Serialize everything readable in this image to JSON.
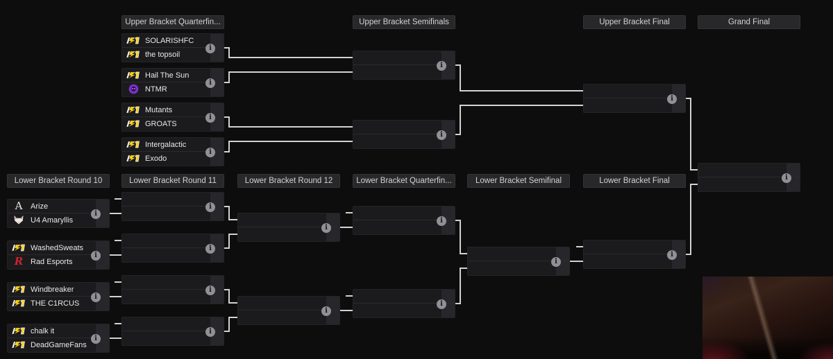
{
  "page": {
    "background": "#0d0d0d"
  },
  "colors": {
    "line": "#d2d2d2",
    "match_box": "#1b1b1d",
    "score_column": "#27272b",
    "header_bg": "#28282a",
    "team_logo_yellow": "#fcd116",
    "ntmr_purple": "#7c2fd0",
    "rad_red": "#cf2330"
  },
  "info_badge_glyph": "i",
  "headers": [
    {
      "id": "ub-qf",
      "label": "Upper Bracket Quarterfin..."
    },
    {
      "id": "ub-sf",
      "label": "Upper Bracket Semifinals"
    },
    {
      "id": "ub-f",
      "label": "Upper Bracket Final"
    },
    {
      "id": "gf",
      "label": "Grand Final"
    },
    {
      "id": "lb-r10",
      "label": "Lower Bracket Round 10"
    },
    {
      "id": "lb-r11",
      "label": "Lower Bracket Round 11"
    },
    {
      "id": "lb-r12",
      "label": "Lower Bracket Round 12"
    },
    {
      "id": "lb-qf",
      "label": "Lower Bracket Quarterfin..."
    },
    {
      "id": "lb-sf",
      "label": "Lower Bracket Semifinal"
    },
    {
      "id": "lb-f",
      "label": "Lower Bracket Final"
    }
  ],
  "rounds": {
    "ub_qf": [
      [
        {
          "name": "SOLARISHFC",
          "icon": "r1-lightning-logo"
        },
        {
          "name": "the topsoil",
          "icon": "r1-lightning-logo"
        }
      ],
      [
        {
          "name": "Hail The Sun",
          "icon": "r1-lightning-logo"
        },
        {
          "name": "NTMR",
          "icon": "purple-skull"
        }
      ],
      [
        {
          "name": "Mutants",
          "icon": "r1-lightning-logo"
        },
        {
          "name": "GROATS",
          "icon": "r1-lightning-logo"
        }
      ],
      [
        {
          "name": "Intergalactic",
          "icon": "r1-lightning-logo"
        },
        {
          "name": "Exodo",
          "icon": "r1-lightning-logo"
        }
      ]
    ],
    "ub_sf": [
      [
        null,
        null
      ],
      [
        null,
        null
      ]
    ],
    "ub_f": [
      [
        null,
        null
      ]
    ],
    "gf": [
      [
        null,
        null
      ]
    ],
    "lb_r10": [
      [
        {
          "name": "Arize",
          "icon": "serif-a"
        },
        {
          "name": "U4 Amaryllis",
          "icon": "fox-head"
        }
      ],
      [
        {
          "name": "WashedSweats",
          "icon": "r1-lightning-logo"
        },
        {
          "name": "Rad Esports",
          "icon": "red-r"
        }
      ],
      [
        {
          "name": "Windbreaker",
          "icon": "r1-lightning-logo"
        },
        {
          "name": "THE C1RCUS",
          "icon": "r1-lightning-logo"
        }
      ],
      [
        {
          "name": "chalk it",
          "icon": "r1-lightning-logo"
        },
        {
          "name": "DeadGameFans",
          "icon": "r1-lightning-logo"
        }
      ]
    ],
    "lb_r11": [
      [
        null,
        null
      ],
      [
        null,
        null
      ],
      [
        null,
        null
      ],
      [
        null,
        null
      ]
    ],
    "lb_r12": [
      [
        null,
        null
      ],
      [
        null,
        null
      ]
    ],
    "lb_qf": [
      [
        null,
        null
      ],
      [
        null,
        null
      ]
    ],
    "lb_sf": [
      [
        null,
        null
      ]
    ],
    "lb_f": [
      [
        null,
        null
      ]
    ]
  }
}
